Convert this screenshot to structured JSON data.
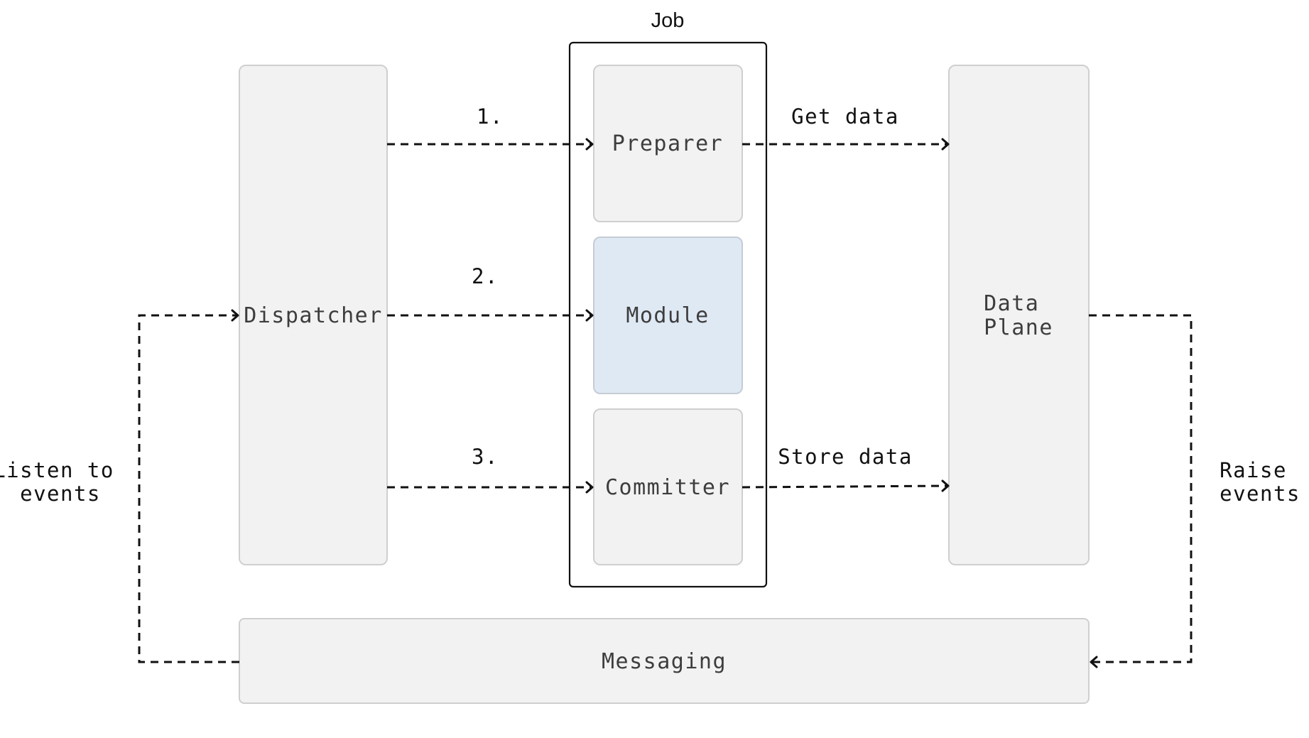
{
  "diagram": {
    "group": {
      "title": "Job"
    },
    "nodes": {
      "dispatcher": "Dispatcher",
      "preparer": "Preparer",
      "module": "Module",
      "committer": "Committer",
      "data_plane": [
        "Data",
        "Plane"
      ],
      "messaging": "Messaging"
    },
    "edge_labels": {
      "step1": "1.",
      "step2": "2.",
      "step3": "3.",
      "get_data": "Get data",
      "store_data": "Store data",
      "listen": [
        "Listen to",
        "events"
      ],
      "raise": [
        "Raise",
        "events"
      ]
    },
    "colors": {
      "node_fill": "#f2f2f2",
      "node_border": "#cfcfcf",
      "highlight_fill": "#dfe9f4",
      "line": "#111111"
    }
  }
}
